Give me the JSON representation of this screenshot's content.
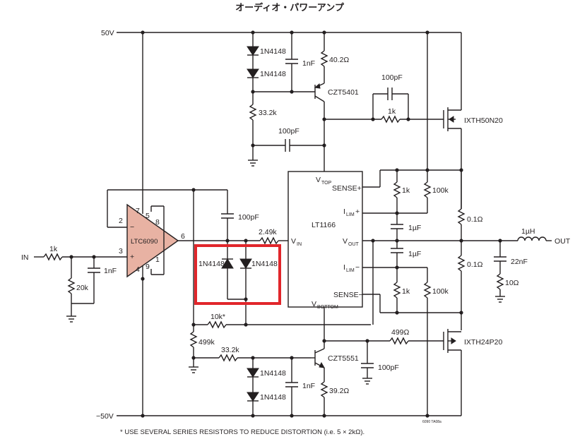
{
  "title": "オーディオ・パワーアンプ",
  "rails": {
    "pos": "50V",
    "neg": "−50V"
  },
  "io": {
    "in": "IN",
    "out": "OUT"
  },
  "opamp": {
    "name": "LTC6090",
    "pin7": "7",
    "pin5": "5",
    "pin8": "8",
    "pin2": "2",
    "pin3": "3",
    "pin4": "4",
    "pin9": "9",
    "pin1": "1",
    "pin6": "6",
    "minus": "−",
    "plus": "+"
  },
  "ic": {
    "name": "LT1166",
    "vtop": "V",
    "vtop_sub": "TOP",
    "vin": "V",
    "vin_sub": "IN",
    "vout": "V",
    "vout_sub": "OUT",
    "vbottom": "V",
    "vbottom_sub": "BOTTOM",
    "sense_p": "SENSE+",
    "sense_m": "SENSE−",
    "ilim_p": "I",
    "ilim_p_sub": "LIM",
    "ilim_p_sign": "+",
    "ilim_m": "I",
    "ilim_m_sub": "LIM",
    "ilim_m_sign": "−"
  },
  "components": {
    "r_in": "1k",
    "c_in": "1nF",
    "r_20k": "20k",
    "d1": "1N4148",
    "d2": "1N4148",
    "c_1nf_top": "1nF",
    "r_40": "40.2Ω",
    "q_top": "CZT5401",
    "r_33_top": "33.2k",
    "c_100pf_top": "100pF",
    "c_100pf_fb": "100pF",
    "r_1k_gate": "1k",
    "m_top": "IXTH50N20",
    "c_100pf_in": "100pF",
    "r_249": "2.49k",
    "d_left": "1N4148",
    "d_right": "1N4148",
    "r_1k_a": "1k",
    "r_100k_a": "100k",
    "c_1uf_a": "1µF",
    "c_1uf_b": "1µF",
    "r_1k_b": "1k",
    "r_100k_b": "100k",
    "r_01_a": "0.1Ω",
    "r_01_b": "0.1Ω",
    "l_out": "1µH",
    "c_22nf": "22nF",
    "r_10": "10Ω",
    "r_10k": "10k*",
    "r_499k": "499k",
    "r_33_bot": "33.2k",
    "q_bot": "CZT5551",
    "r_499": "499Ω",
    "m_bot": "IXTH24P20",
    "c_100pf_bot": "100pF",
    "d3": "1N4148",
    "d4": "1N4148",
    "c_1nf_bot": "1nF",
    "r_39": "39.2Ω"
  },
  "footnote": "* USE SEVERAL SERIES RESISTORS TO REDUCE DISTORTION (i.e. 5 × 2kΩ).",
  "figure_id": "6090 TA08a",
  "highlight_color": "#e1262b",
  "opamp_fill": "#e8b2a3"
}
